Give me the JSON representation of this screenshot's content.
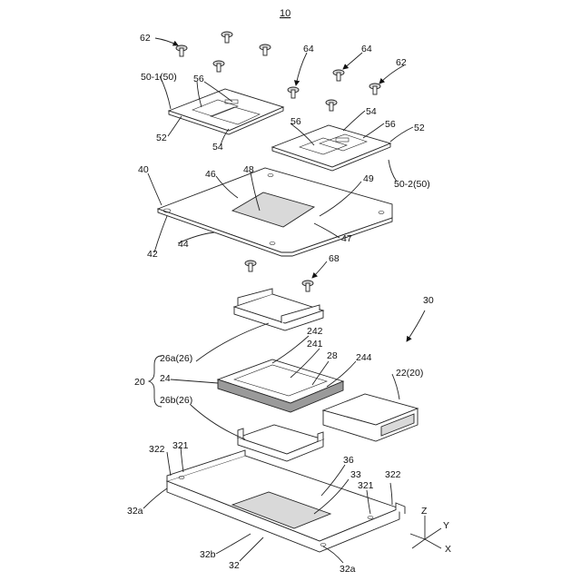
{
  "figure": {
    "title": "10",
    "labels": {
      "l62a": "62",
      "l62b": "62",
      "l64a": "64",
      "l64b": "64",
      "l50_1": "50-1(50)",
      "l56a": "56",
      "l52a": "52",
      "l54a": "54",
      "l56b": "56",
      "l54b": "54",
      "l56c": "56",
      "l52b": "52",
      "l50_2": "50-2(50)",
      "l40": "40",
      "l46": "46",
      "l48": "48",
      "l49": "49",
      "l42": "42",
      "l44": "44",
      "l47": "47",
      "l68": "68",
      "l30": "30",
      "l242": "242",
      "l26a": "26a(26)",
      "l241": "241",
      "l28": "28",
      "l244": "244",
      "l20": "20",
      "l24": "24",
      "l22": "22(20)",
      "l26b": "26b(26)",
      "l322a": "322",
      "l321a": "321",
      "l36": "36",
      "l33": "33",
      "l322b": "322",
      "l321b": "321",
      "l32a1": "32a",
      "l32b": "32b",
      "l32": "32",
      "l32a2": "32a",
      "axZ": "Z",
      "axY": "Y",
      "axX": "X"
    }
  }
}
